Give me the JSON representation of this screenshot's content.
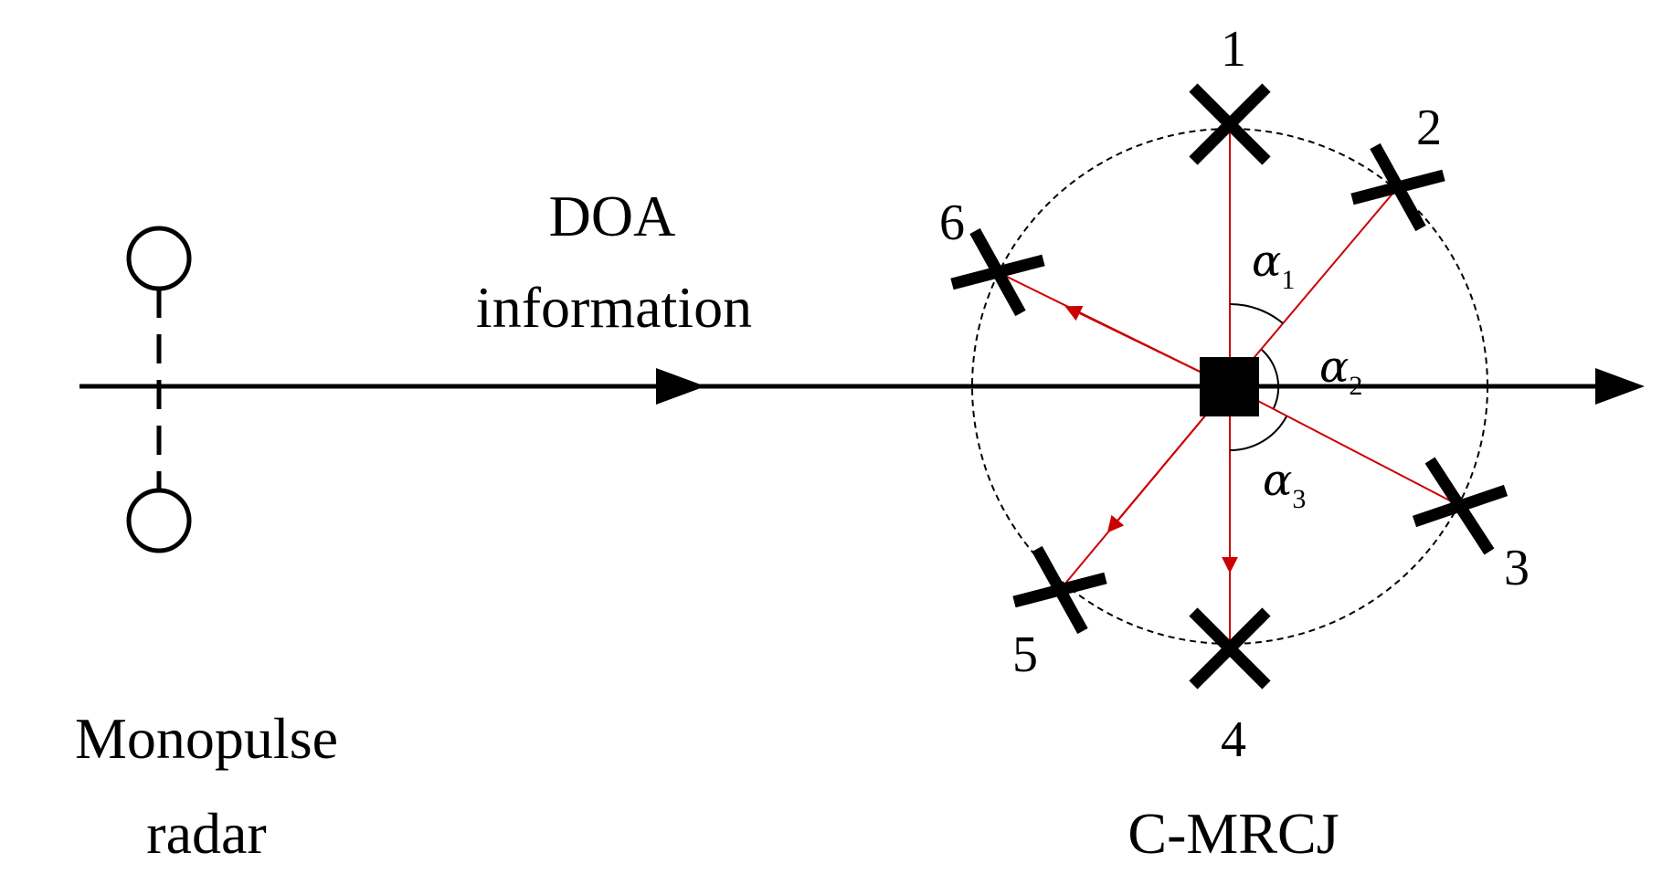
{
  "labels": {
    "doa_line1": "DOA",
    "doa_line2": "information",
    "radar_line1": "Monopulse",
    "radar_line2": "radar",
    "jammer_name": "C-MRCJ"
  },
  "jammers": [
    {
      "id": "1",
      "marker": "x-cross"
    },
    {
      "id": "2",
      "marker": "plus-rotated"
    },
    {
      "id": "3",
      "marker": "plus-rotated"
    },
    {
      "id": "4",
      "marker": "x-cross"
    },
    {
      "id": "5",
      "marker": "plus-rotated"
    },
    {
      "id": "6",
      "marker": "plus-rotated"
    }
  ],
  "angles": [
    {
      "symbol": "α",
      "sub": "1"
    },
    {
      "symbol": "α",
      "sub": "2"
    },
    {
      "symbol": "α",
      "sub": "3"
    }
  ],
  "colors": {
    "line": "#000000",
    "vector": "#cc0000",
    "background": "#ffffff"
  }
}
